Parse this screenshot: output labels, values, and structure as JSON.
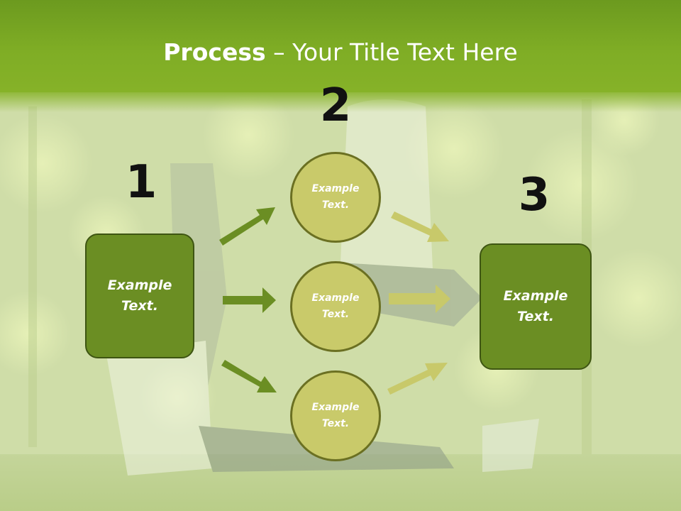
{
  "title": {
    "bold": "Process",
    "separator": " – ",
    "rest": "Your Title Text Here"
  },
  "steps": [
    {
      "number": "1",
      "text_line1": "Example",
      "text_line2": "Text."
    },
    {
      "number": "2"
    },
    {
      "number": "3",
      "text_line1": "Example",
      "text_line2": "Text."
    }
  ],
  "circles": [
    {
      "text_line1": "Example",
      "text_line2": "Text."
    },
    {
      "text_line1": "Example",
      "text_line2": "Text."
    },
    {
      "text_line1": "Example",
      "text_line2": "Text."
    }
  ],
  "colors": {
    "title_band": "#7fad25",
    "box_fill": "#6b8e23",
    "circle_fill": "#c9ca6a",
    "arrow_dark": "#6b8e23",
    "arrow_light": "#c8c96a"
  }
}
